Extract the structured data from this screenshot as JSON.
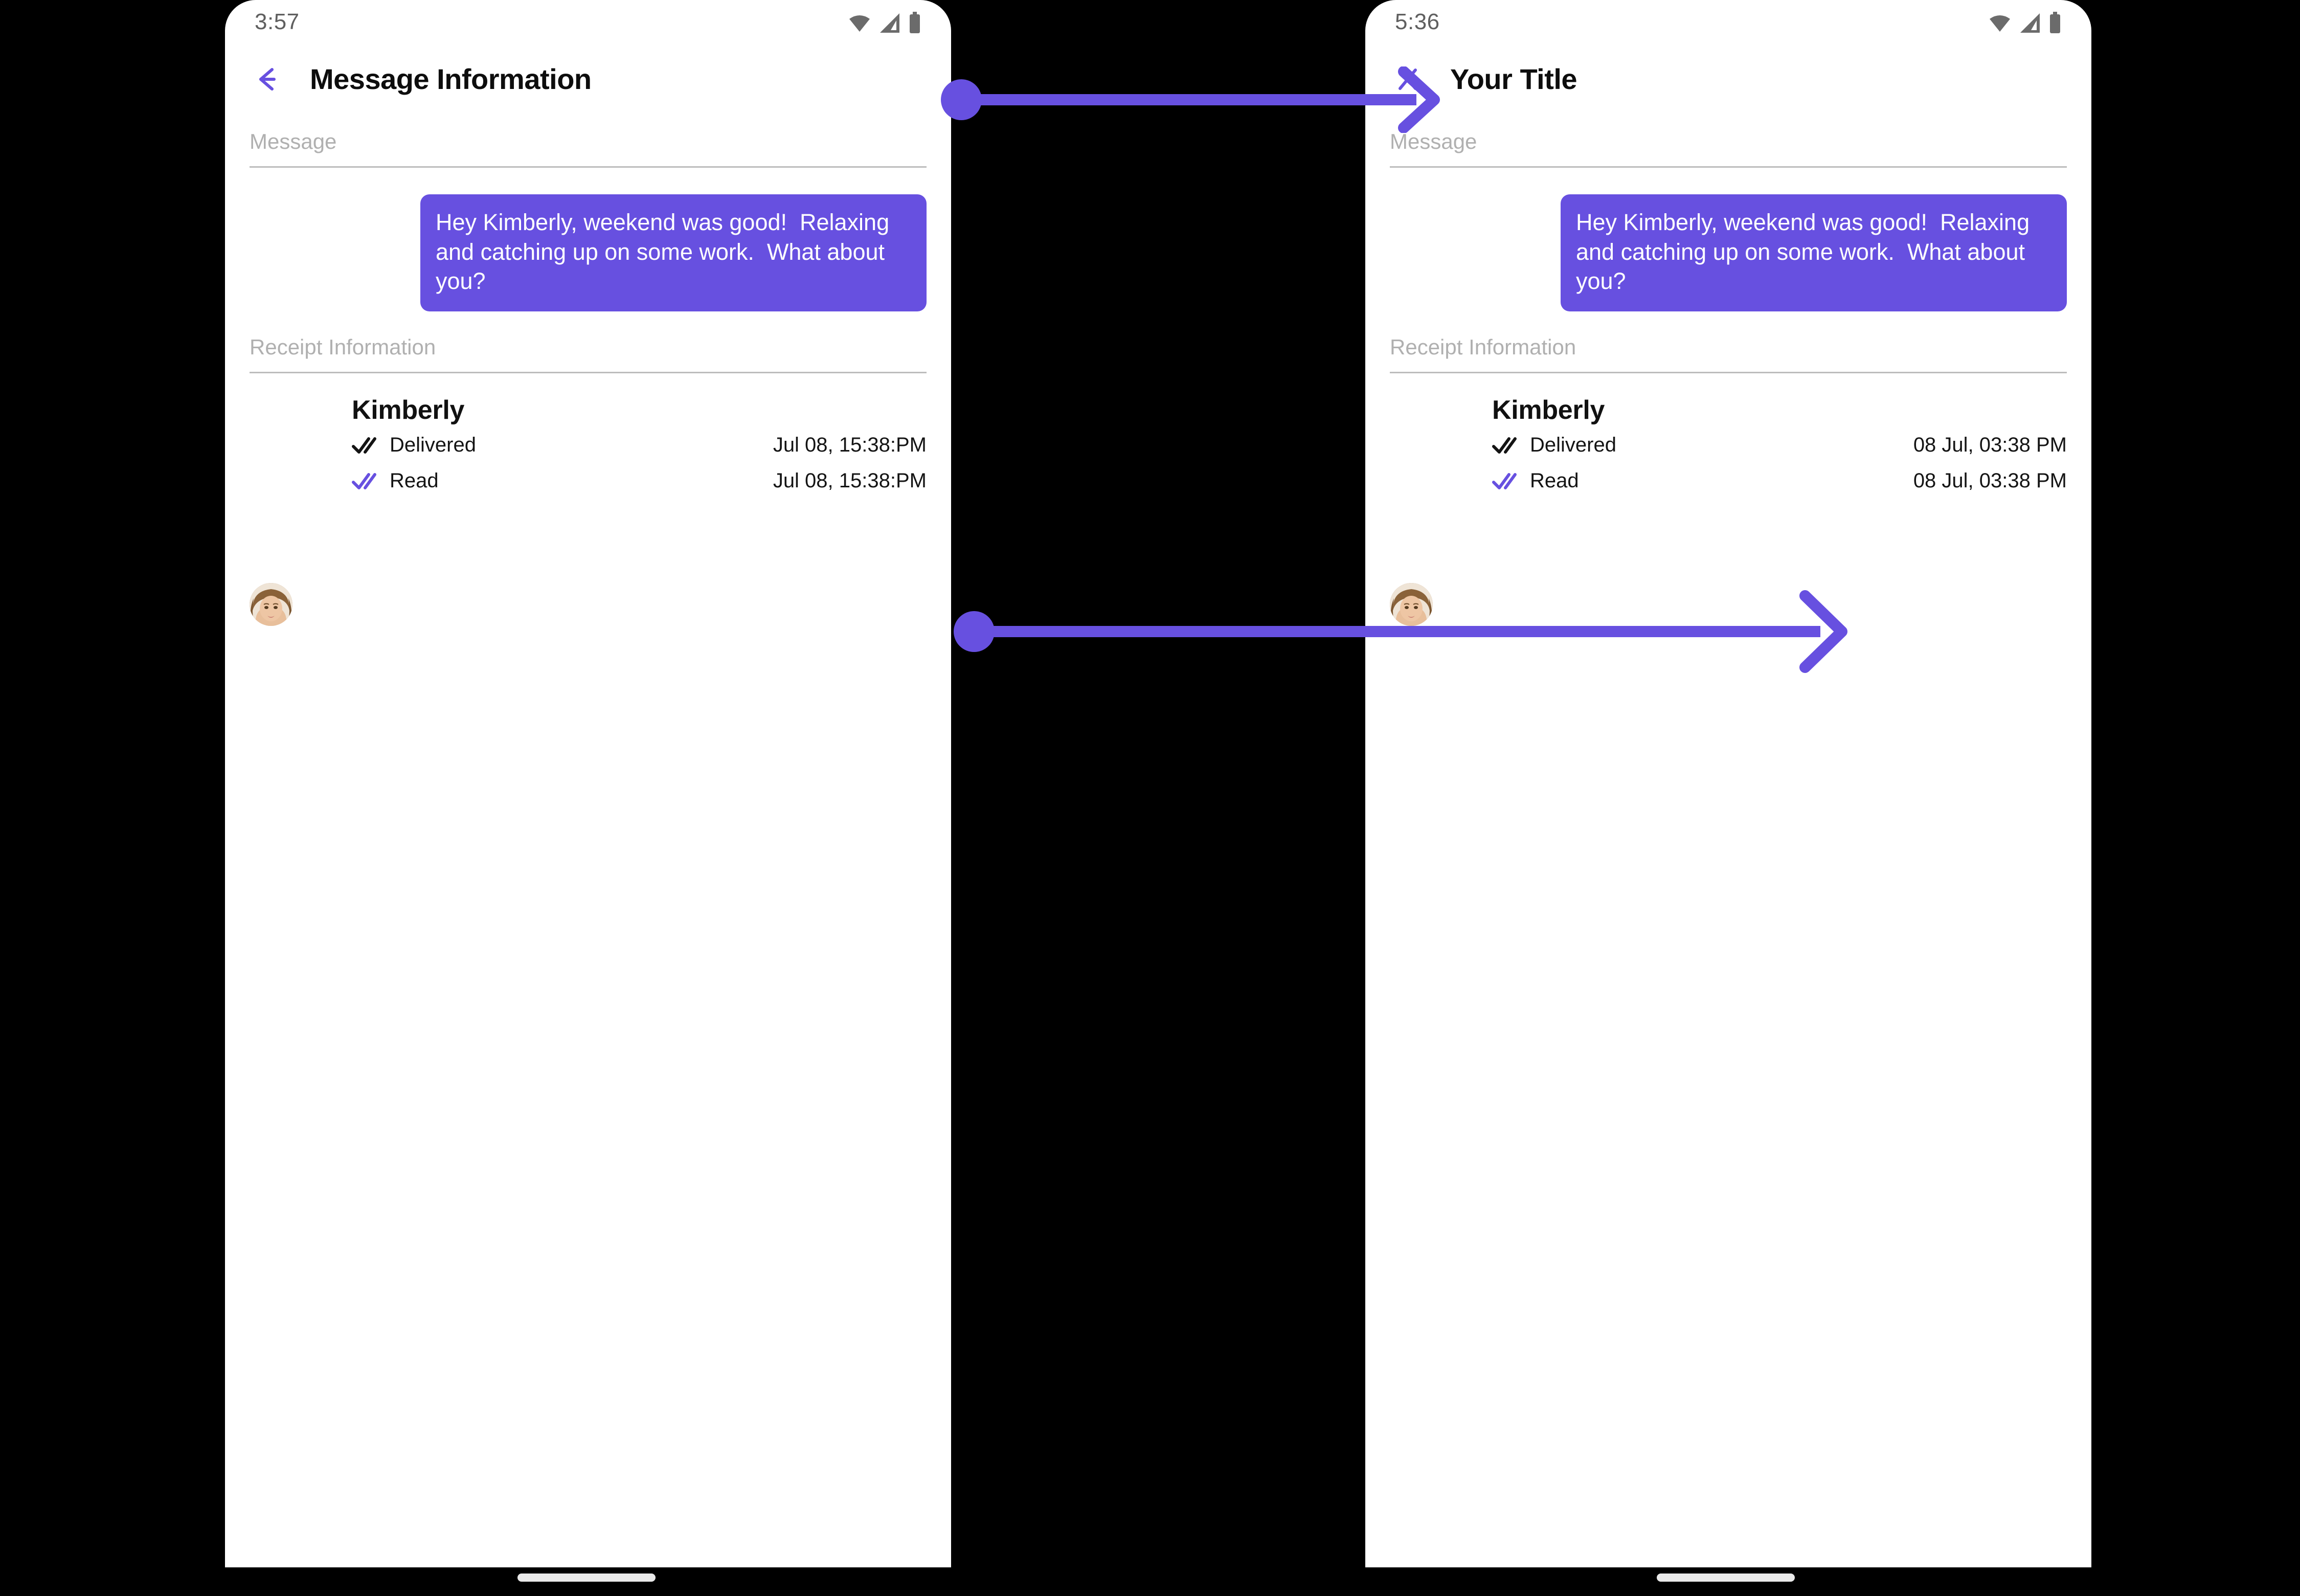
{
  "accent_color": "#6750e0",
  "background_color": "#000000",
  "phones": [
    {
      "id": "left",
      "status_bar": {
        "time": "3:57",
        "icons": [
          "wifi-icon",
          "cell-signal-icon",
          "battery-icon"
        ]
      },
      "app_bar": {
        "nav_icon": "back-arrow-icon",
        "title": "Message Information"
      },
      "message_section": {
        "label": "Message",
        "bubble_text": "Hey Kimberly, weekend was good!  Relaxing and catching up on some work.  What about you?"
      },
      "receipt_section": {
        "label": "Receipt Information",
        "contact_name": "Kimberly",
        "avatar": "contact-avatar",
        "rows": [
          {
            "icon": "double-check-icon",
            "icon_color": "#141414",
            "status": "Delivered",
            "time": "Jul 08, 15:38:PM"
          },
          {
            "icon": "double-check-icon",
            "icon_color": "#6750e0",
            "status": "Read",
            "time": "Jul 08, 15:38:PM"
          }
        ]
      }
    },
    {
      "id": "right",
      "status_bar": {
        "time": "5:36",
        "icons": [
          "wifi-icon",
          "cell-signal-icon",
          "battery-icon"
        ]
      },
      "app_bar": {
        "nav_icon": "close-x-icon",
        "title": "Your Title"
      },
      "message_section": {
        "label": "Message",
        "bubble_text": "Hey Kimberly, weekend was good!  Relaxing and catching up on some work.  What about you?"
      },
      "receipt_section": {
        "label": "Receipt Information",
        "contact_name": "Kimberly",
        "avatar": "contact-avatar",
        "rows": [
          {
            "icon": "double-check-icon",
            "icon_color": "#141414",
            "status": "Delivered",
            "time": "08 Jul, 03:38 PM"
          },
          {
            "icon": "double-check-icon",
            "icon_color": "#6750e0",
            "status": "Read",
            "time": "08 Jul, 03:38 PM"
          }
        ]
      }
    }
  ],
  "annotations": [
    {
      "name": "title-change-arrow",
      "from": "left-app-bar-title",
      "to": "right-app-bar-title"
    },
    {
      "name": "timestamp-format-arrow",
      "from": "left-receipt-times",
      "to": "right-receipt-times"
    }
  ]
}
